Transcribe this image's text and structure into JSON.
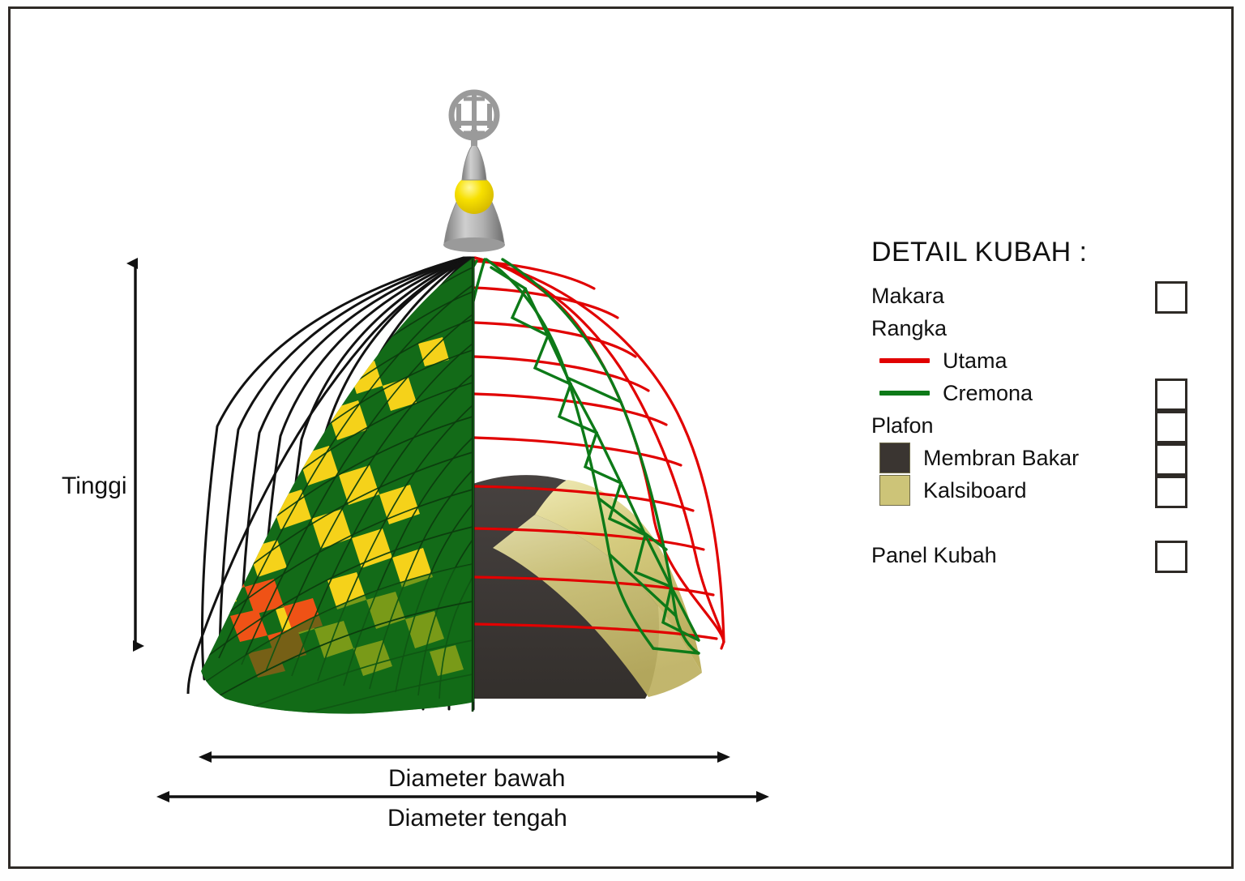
{
  "legend": {
    "title": "DETAIL KUBAH :",
    "items": [
      {
        "label": "Makara",
        "swatch": "none",
        "checkbox": true,
        "indent": false
      },
      {
        "label": "Rangka",
        "swatch": "none",
        "checkbox": false,
        "indent": false
      },
      {
        "label": "Utama",
        "swatch": "line",
        "color": "#e10000",
        "checkbox": true,
        "indent": true
      },
      {
        "label": "Cremona",
        "swatch": "line",
        "color": "#0d7a18",
        "checkbox": true,
        "indent": true
      },
      {
        "label": "Plafon",
        "swatch": "none",
        "checkbox": false,
        "indent": false
      },
      {
        "label": "Membran Bakar",
        "swatch": "box",
        "color": "#3a3531",
        "checkbox": true,
        "indent": true
      },
      {
        "label": "Kalsiboard",
        "swatch": "box",
        "color": "#cdc478",
        "checkbox": true,
        "indent": true
      },
      {
        "label": "Panel Kubah",
        "swatch": "none",
        "checkbox": true,
        "indent": false
      }
    ]
  },
  "dimensions": {
    "height_label": "Tinggi",
    "bottom_diameter_label": "Diameter bawah",
    "mid_diameter_label": "Diameter tengah"
  },
  "colors": {
    "frame_utama": "#e10000",
    "frame_cremona": "#0d7a18",
    "membran_bakar": "#3a3531",
    "kalsiboard": "#cdc478",
    "panel_green": "#136b18",
    "panel_yellow": "#f5d21a",
    "panel_orange": "#ef5216",
    "makara_gray": "#a8a8a8",
    "makara_ball": "#f2dd0a",
    "meridian_black": "#121212",
    "border": "#2e2a26"
  },
  "graphic": {
    "name": "Potongan perspektif kubah masjid",
    "makara_icon": "makara-finial-icon"
  }
}
